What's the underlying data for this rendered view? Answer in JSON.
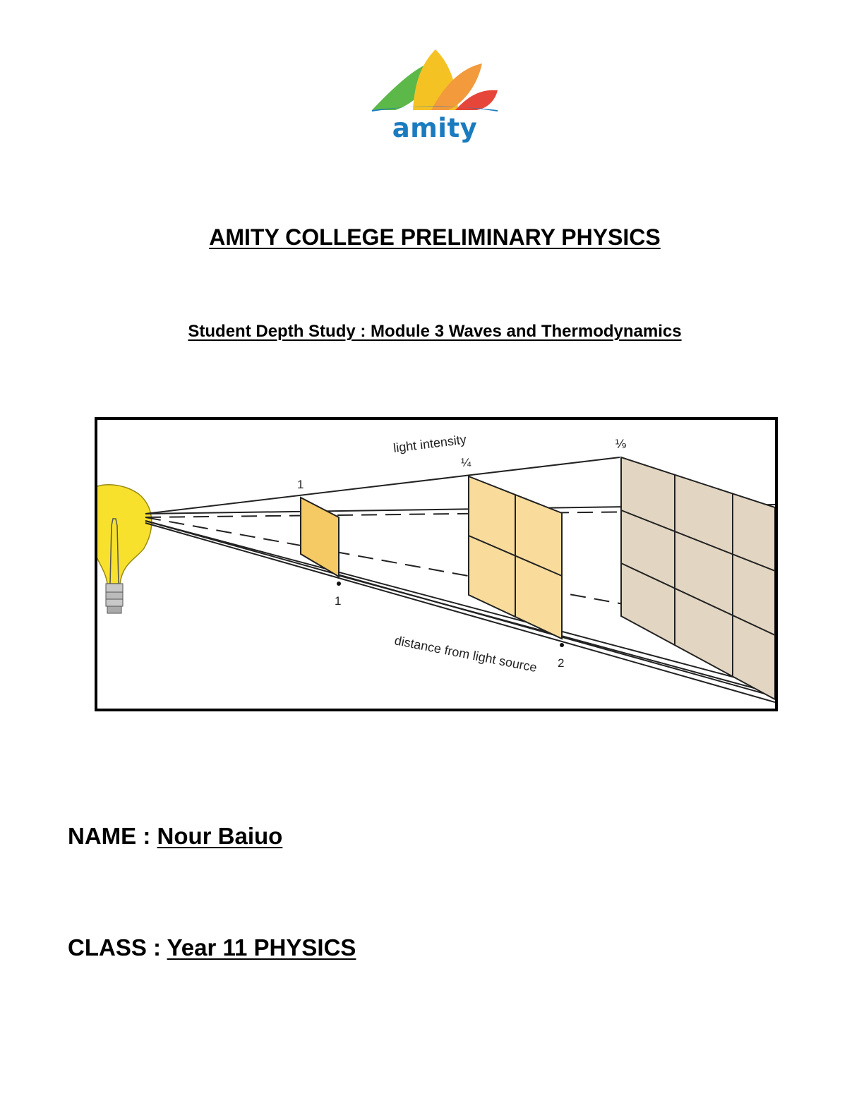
{
  "logo": {
    "wordmark": "amity",
    "colors": {
      "green": "#5cb848",
      "yellow": "#f5c224",
      "orange": "#f29a3c",
      "red": "#e6463a",
      "blue": "#1a7bbf"
    }
  },
  "header": {
    "title": "AMITY COLLEGE PRELIMINARY PHYSICS",
    "subtitle": "Student Depth Study : Module 3 Waves and Thermodynamics"
  },
  "figure": {
    "intensity_label": "light intensity",
    "distance_label": "distance from light source",
    "intensity_1": "1",
    "intensity_2": "¼",
    "intensity_3": "⅑",
    "distance_1": "1",
    "distance_2": "2"
  },
  "student": {
    "name_label": "NAME :",
    "name_value": "Nour Baiuo",
    "class_label": "CLASS :",
    "class_value": "Year 11 PHYSICS"
  }
}
